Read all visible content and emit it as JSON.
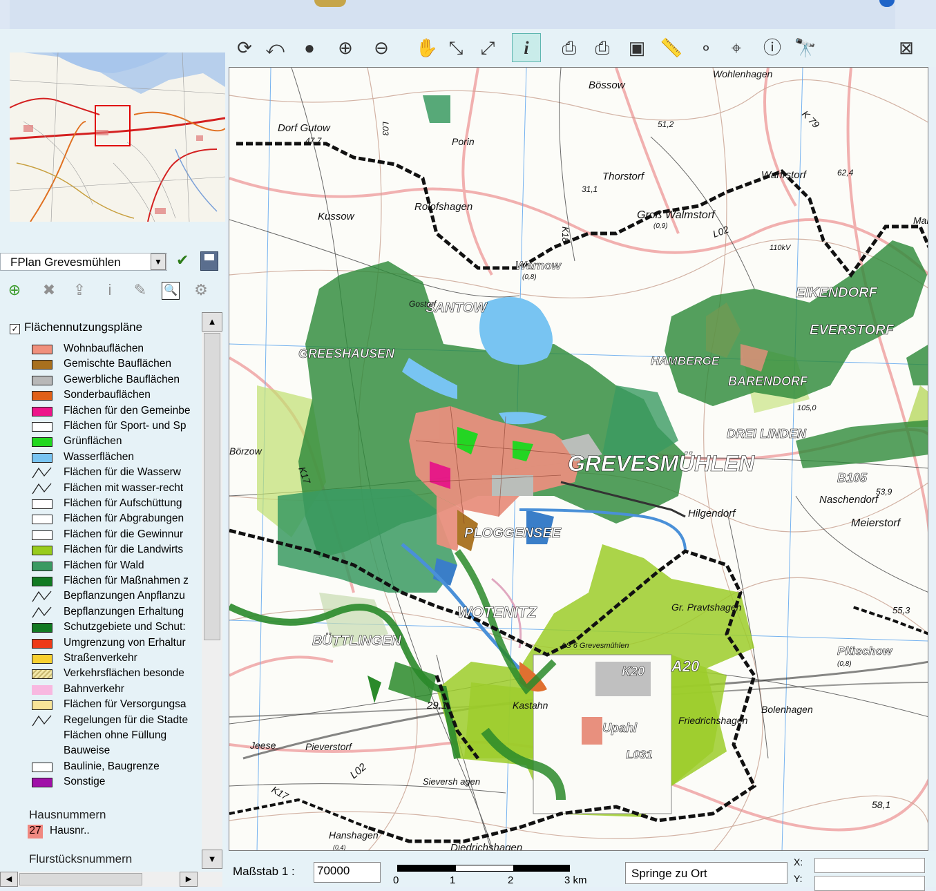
{
  "header": {},
  "layer_select": {
    "value": "FPlan Grevesmühlen"
  },
  "toolbar": {
    "tools": [
      {
        "name": "refresh-icon",
        "glyph": "⟳"
      },
      {
        "name": "zoom-back-icon",
        "glyph": "⤺"
      },
      {
        "name": "globe-icon",
        "glyph": "●"
      },
      {
        "name": "zoom-in-icon",
        "glyph": "⊕"
      },
      {
        "name": "zoom-out-icon",
        "glyph": "⊖"
      },
      {
        "name": "pan-hand-icon",
        "glyph": "✋"
      },
      {
        "name": "shrink-icon",
        "glyph": "⤡"
      },
      {
        "name": "expand-icon",
        "glyph": "⤢"
      },
      {
        "name": "info-icon",
        "glyph": "i"
      },
      {
        "name": "print-icon",
        "glyph": "⎙"
      },
      {
        "name": "print-add-icon",
        "glyph": "⎙"
      },
      {
        "name": "save-icon",
        "glyph": "▣"
      },
      {
        "name": "measure-icon",
        "glyph": "📏"
      },
      {
        "name": "point-icon",
        "glyph": "∘"
      },
      {
        "name": "coordinate-icon",
        "glyph": "⌖"
      },
      {
        "name": "feature-info-icon",
        "glyph": "ⓘ"
      },
      {
        "name": "search-binoculars-icon",
        "glyph": "🔭"
      },
      {
        "name": "close-icon",
        "glyph": "⊠"
      }
    ]
  },
  "layer_toolbar": {
    "tools": [
      {
        "name": "add-layer-icon",
        "glyph": "⊕"
      },
      {
        "name": "remove-layer-icon",
        "glyph": "✖"
      },
      {
        "name": "upload-icon",
        "glyph": "⇪"
      },
      {
        "name": "layer-info-icon",
        "glyph": "i"
      },
      {
        "name": "edit-icon",
        "glyph": "✎"
      },
      {
        "name": "zoom-layer-icon",
        "glyph": "🔍"
      },
      {
        "name": "layer-settings-icon",
        "glyph": "⚙"
      }
    ]
  },
  "legend": {
    "group_title": "Flächennutzungspläne",
    "items": [
      {
        "label": "Wohnbauflächen",
        "color": "#f0907c",
        "kind": "box"
      },
      {
        "label": "Gemischte Bauflächen",
        "color": "#a8701e",
        "kind": "box"
      },
      {
        "label": "Gewerbliche Bauflächen",
        "color": "#b8b8b8",
        "kind": "box"
      },
      {
        "label": "Sonderbauflächen",
        "color": "#e06018",
        "kind": "box"
      },
      {
        "label": "Flächen für den Gemeinbe",
        "color": "#ee148a",
        "kind": "box"
      },
      {
        "label": "Flächen für Sport- und Sp",
        "color": "#ffffff",
        "kind": "box"
      },
      {
        "label": "Grünflächen",
        "color": "#22d820",
        "kind": "box"
      },
      {
        "label": "Wasserflächen",
        "color": "#78c4f2",
        "kind": "box"
      },
      {
        "label": "Flächen für die Wasserw",
        "color": "",
        "kind": "line"
      },
      {
        "label": "Flächen mit wasser-recht",
        "color": "",
        "kind": "line"
      },
      {
        "label": "Flächen für Aufschüttung",
        "color": "#ffffff",
        "kind": "box"
      },
      {
        "label": "Flächen für Abgrabungen",
        "color": "#ffffff",
        "kind": "box"
      },
      {
        "label": "Flächen für die Gewinnur",
        "color": "#ffffff",
        "kind": "box"
      },
      {
        "label": "Flächen für die Landwirts",
        "color": "#98cc1c",
        "kind": "box"
      },
      {
        "label": "Flächen für Wald",
        "color": "#3a9a62",
        "kind": "box"
      },
      {
        "label": "Flächen für Maßnahmen z",
        "color": "#127a22",
        "kind": "box"
      },
      {
        "label": "Bepflanzungen Anpflanzu",
        "color": "",
        "kind": "line"
      },
      {
        "label": "Bepflanzungen Erhaltung",
        "color": "",
        "kind": "line"
      },
      {
        "label": "Schutzgebiete und Schut:",
        "color": "#127a22",
        "kind": "box"
      },
      {
        "label": "Umgrenzung von Erhaltur",
        "color": "#ee3a18",
        "kind": "box"
      },
      {
        "label": "Straßenverkehr",
        "color": "#f8d030",
        "kind": "box"
      },
      {
        "label": "Verkehrsflächen besonde",
        "color": "#f2e8a8",
        "kind": "hatch"
      },
      {
        "label": "Bahnverkehr",
        "color": "#f8b8e0",
        "kind": "plain"
      },
      {
        "label": "Flächen für Versorgungsa",
        "color": "#f8e498",
        "kind": "box"
      },
      {
        "label": "Regelungen für die Stadte",
        "color": "",
        "kind": "line"
      },
      {
        "label": "Flächen ohne Füllung",
        "color": "",
        "kind": "none"
      },
      {
        "label": "Bauweise",
        "color": "",
        "kind": "none"
      },
      {
        "label": "Baulinie, Baugrenze",
        "color": "#ffffff",
        "kind": "box"
      },
      {
        "label": "Sonstige",
        "color": "#a010a8",
        "kind": "box"
      }
    ],
    "hausnummern_title": "Hausnummern",
    "hausnummer_sample": "27",
    "hausnummer_label": "Hausnr..",
    "flurstueck_title": "Flurstücksnummern"
  },
  "map_labels": [
    "Bössow",
    "Wohlenhagen",
    "Dorf Gutow",
    "47,7",
    "Porin",
    "L03",
    "51,2",
    "K 79",
    "Wahrstorf",
    "62,4",
    "Thorstorf",
    "31,1",
    "K18",
    "Rolofshagen",
    "Kussow",
    "Groß Walmstorf",
    "(0,9)",
    "L02",
    "Mand",
    "110kV",
    "Warnow",
    "(0,8)",
    "SANTOW",
    "Gostorf",
    "GREESHAUSEN",
    "EVERSTORF",
    "EIKENDORF",
    "HAMBERGE",
    "BARENDORF",
    "105,0",
    "GREVESMÜHLEN",
    "DREI LINDEN",
    "B105",
    "53,9",
    "Naschendorf",
    "Meierstorf",
    "Hilgendorf",
    "Börzow",
    "K17",
    "PLOGGENSEE",
    "WOTENITZ",
    "BÜTTLINGEN",
    "Gr. Pravtshagen",
    "K20",
    "55,3",
    "Plüschow",
    "(0,8)",
    "A20",
    "AS 6 Grevesmühlen",
    "29,1",
    "Kastahn",
    "Upahl",
    "L031",
    "Friedrichshagen",
    "Bolenhagen",
    "Jeese",
    "Pieverstorf",
    "Sieversh agen",
    "L02",
    "K17",
    "Hanshagen",
    "(0,4)",
    "Diedrichshagen",
    "58,1"
  ],
  "bottom": {
    "scale_label": "Maßstab  1 :",
    "scale_value": "70000",
    "scale_ticks": [
      "0",
      "1",
      "2",
      "3 km"
    ],
    "jump_placeholder": "Springe zu Ort",
    "x_label": "X:",
    "y_label": "Y:",
    "x_value": "",
    "y_value": ""
  }
}
